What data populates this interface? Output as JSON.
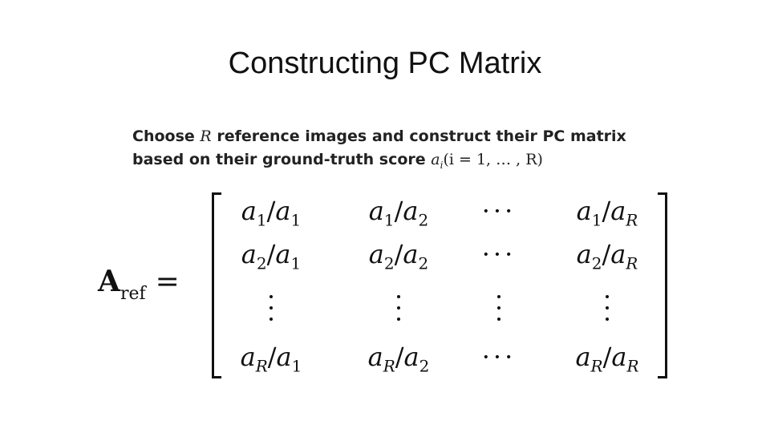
{
  "title": "Constructing PC Matrix",
  "description": {
    "line1_before": "Choose ",
    "line1_var": "R",
    "line1_after": " reference images and construct their PC matrix",
    "line2_before": "based on their ground-truth score ",
    "line2_var": "a",
    "line2_sub": "i",
    "line2_expr": "(i = 1, … , R)"
  },
  "equation": {
    "lhs_symbol": "A",
    "lhs_subscript": "ref",
    "equals": "=",
    "rows": [
      [
        {
          "num": "a",
          "num_sub": "1",
          "den": "a",
          "den_sub": "1"
        },
        {
          "num": "a",
          "num_sub": "1",
          "den": "a",
          "den_sub": "2"
        },
        {
          "ellipsis": "···"
        },
        {
          "num": "a",
          "num_sub": "1",
          "den": "a",
          "den_sub": "R"
        }
      ],
      [
        {
          "num": "a",
          "num_sub": "2",
          "den": "a",
          "den_sub": "1"
        },
        {
          "num": "a",
          "num_sub": "2",
          "den": "a",
          "den_sub": "2"
        },
        {
          "ellipsis": "···"
        },
        {
          "num": "a",
          "num_sub": "2",
          "den": "a",
          "den_sub": "R"
        }
      ],
      [
        {
          "num": "a",
          "num_sub": "R",
          "den": "a",
          "den_sub": "1"
        },
        {
          "num": "a",
          "num_sub": "R",
          "den": "a",
          "den_sub": "2"
        },
        {
          "ellipsis": "···"
        },
        {
          "num": "a",
          "num_sub": "R",
          "den": "a",
          "den_sub": "R"
        }
      ]
    ]
  }
}
